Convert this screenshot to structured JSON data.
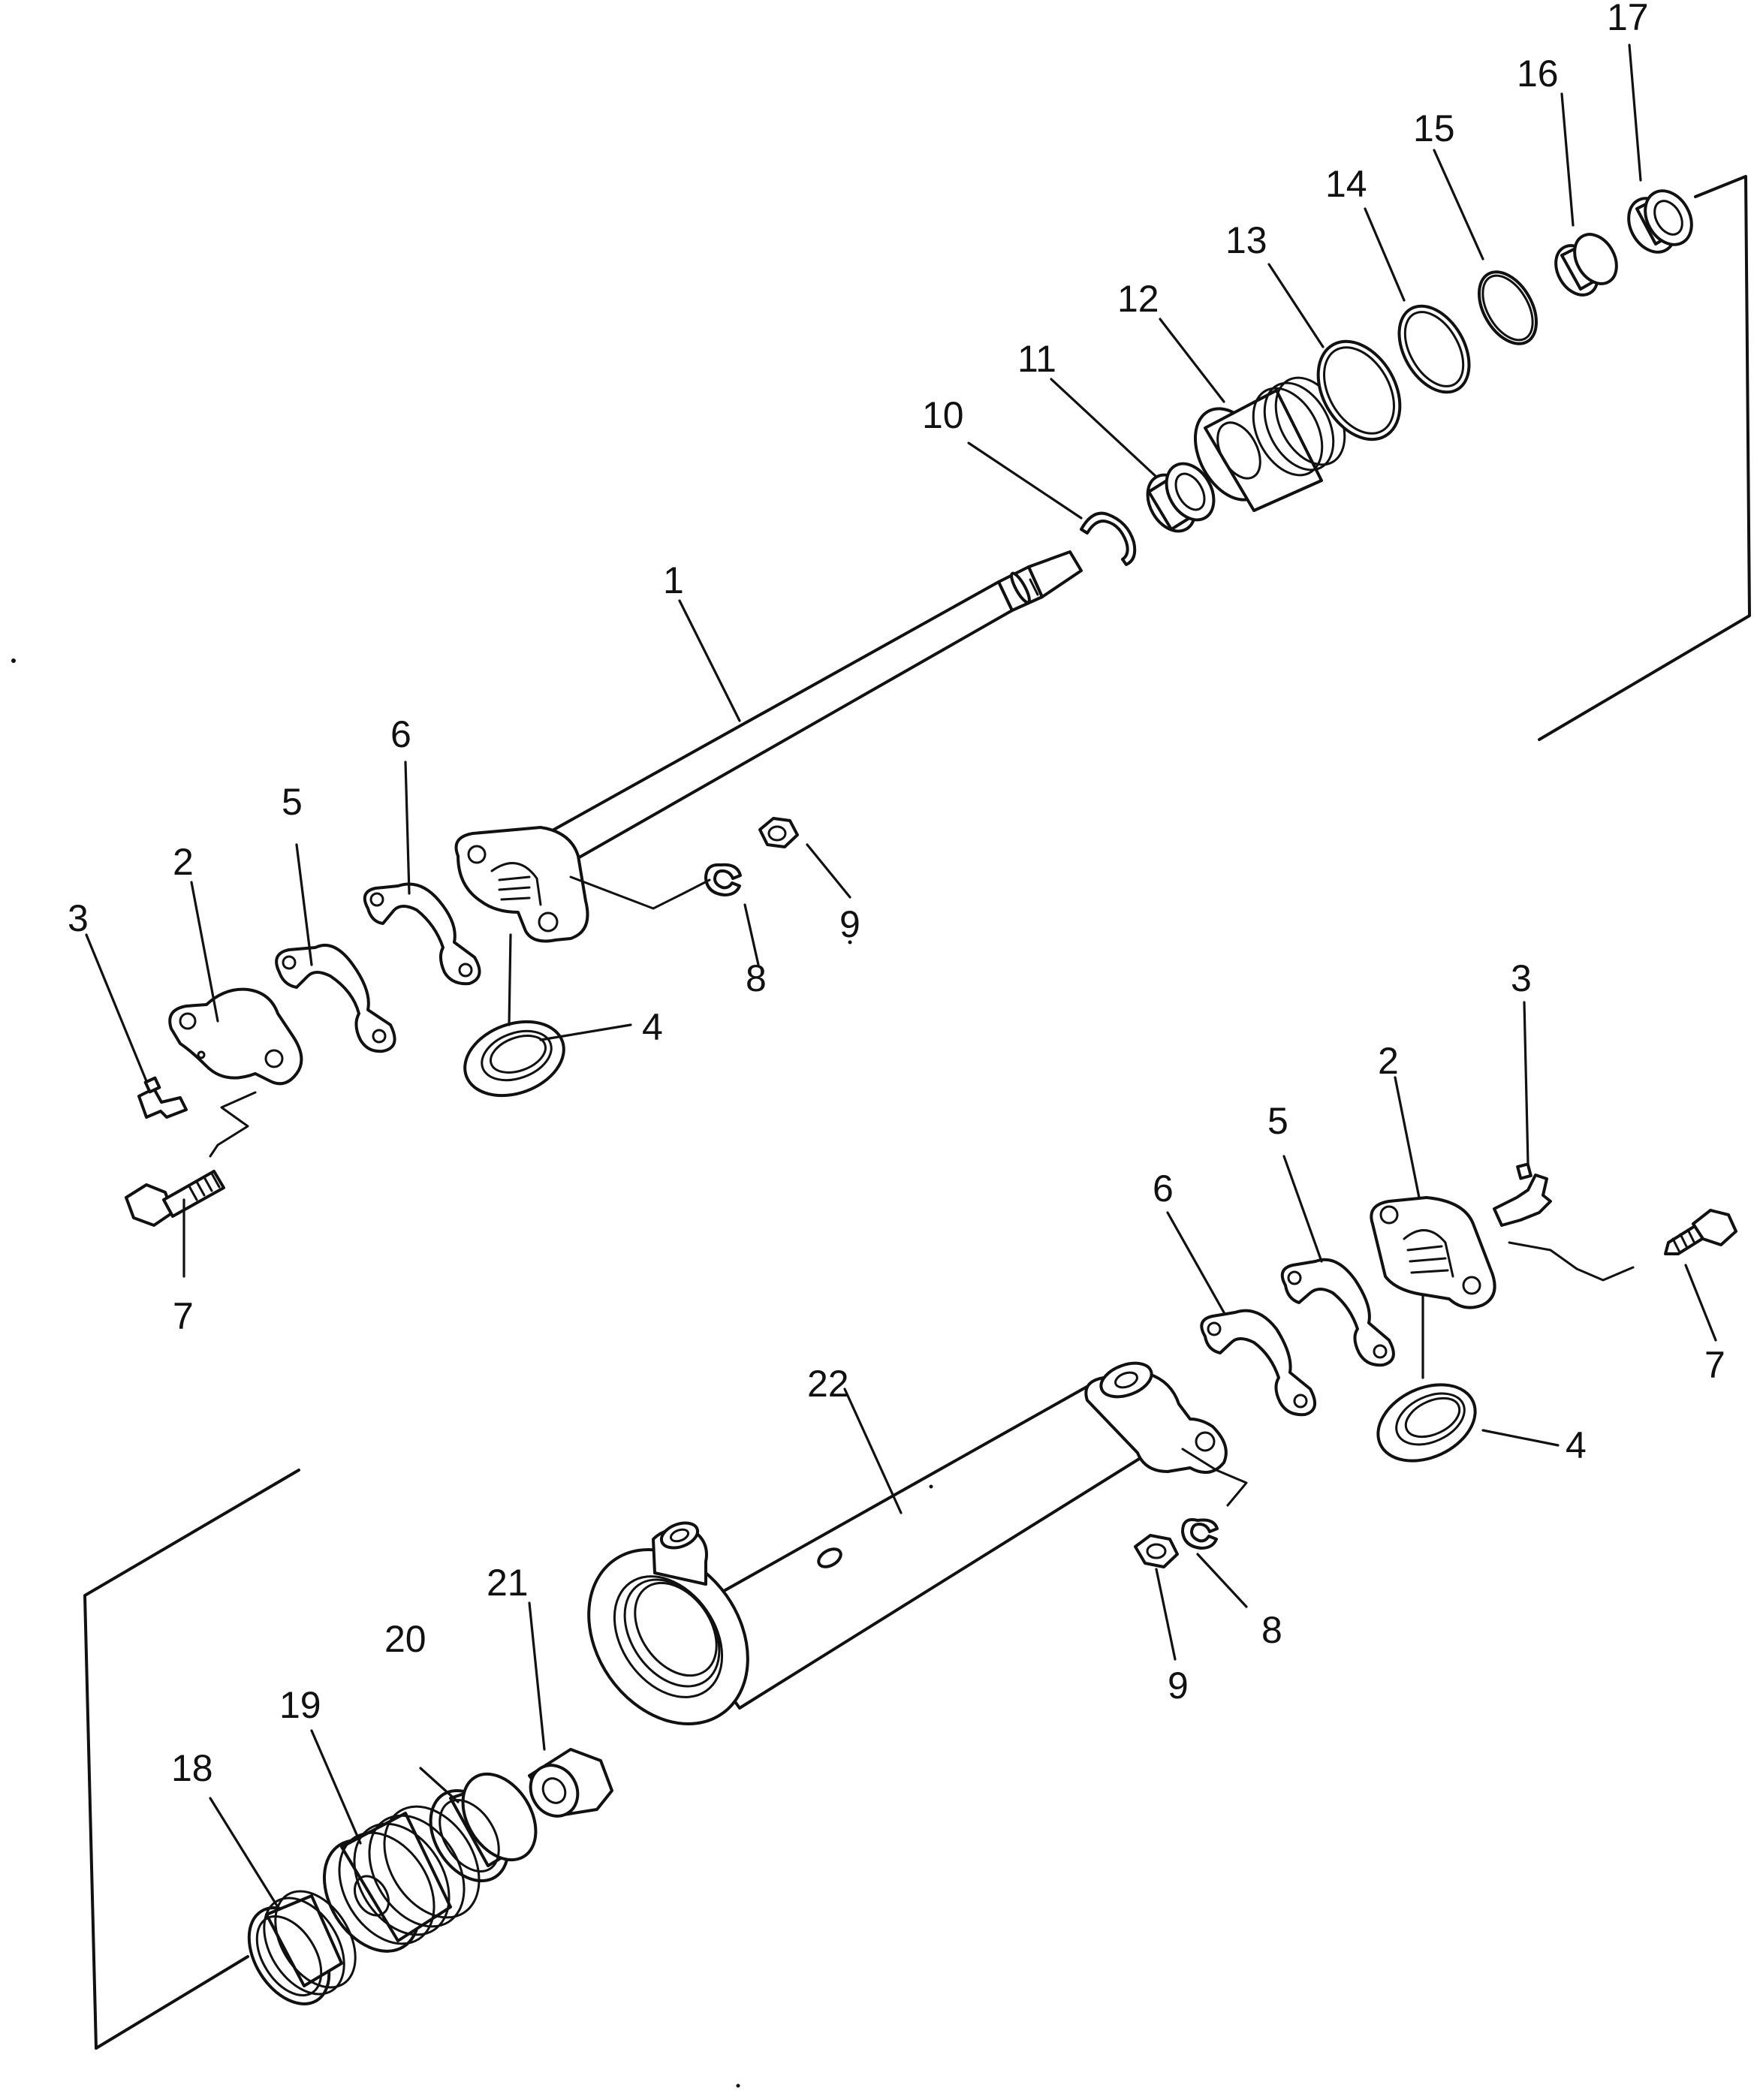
{
  "diagram": {
    "upper_assembly": {
      "labels": [
        "1",
        "2",
        "3",
        "4",
        "5",
        "6",
        "7",
        "8",
        "9",
        "10",
        "11",
        "12",
        "13",
        "14",
        "15",
        "16",
        "17"
      ]
    },
    "lower_assembly": {
      "labels": [
        "2",
        "3",
        "4",
        "5",
        "6",
        "7",
        "8",
        "9",
        "18",
        "19",
        "20",
        "21",
        "22"
      ]
    }
  }
}
